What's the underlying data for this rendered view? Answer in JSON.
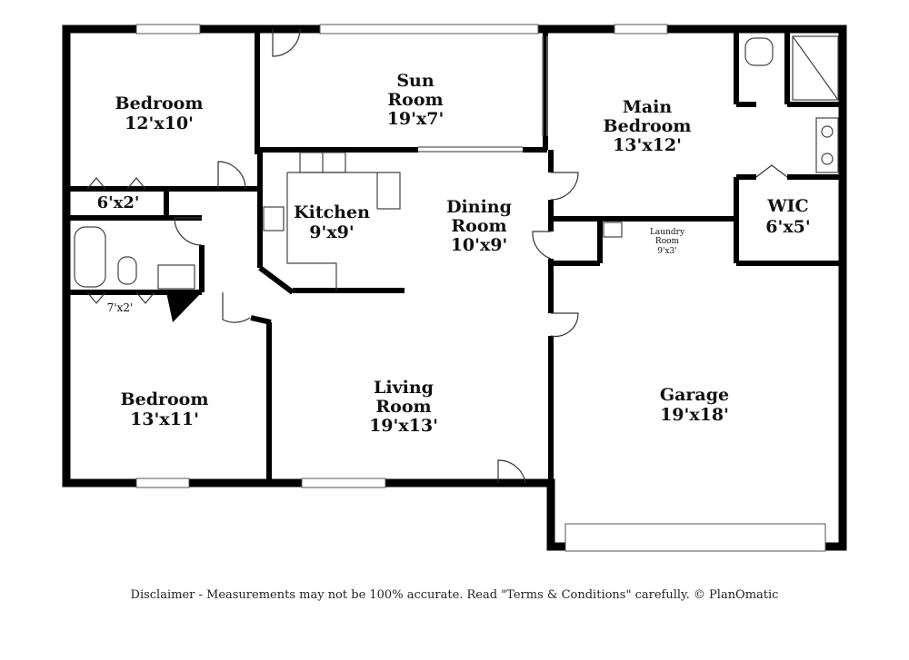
{
  "rooms": {
    "bedroom_top": {
      "name": "Bedroom",
      "size": "12'x10'"
    },
    "closet_top": {
      "size": "6'x2'"
    },
    "closet_bottom": {
      "size": "7'x2'"
    },
    "bedroom_bottom": {
      "name": "Bedroom",
      "size": "13'x11'"
    },
    "sun_room": {
      "name_line1": "Sun",
      "name_line2": "Room",
      "size": "19'x7'"
    },
    "kitchen": {
      "name": "Kitchen",
      "size": "9'x9'"
    },
    "dining": {
      "name_line1": "Dining",
      "name_line2": "Room",
      "size": "10'x9'"
    },
    "living": {
      "name_line1": "Living",
      "name_line2": "Room",
      "size": "19'x13'"
    },
    "main_bedroom": {
      "name_line1": "Main",
      "name_line2": "Bedroom",
      "size": "13'x12'"
    },
    "wic": {
      "name": "WIC",
      "size": "6'x5'"
    },
    "laundry": {
      "name_line1": "Laundry",
      "name_line2": "Room",
      "size": "9'x3'"
    },
    "garage": {
      "name": "Garage",
      "size": "19'x18'"
    }
  },
  "footer": {
    "disclaimer": "Disclaimer - Measurements may not be 100% accurate. Read \"Terms & Conditions\" carefully. © PlanOmatic"
  }
}
